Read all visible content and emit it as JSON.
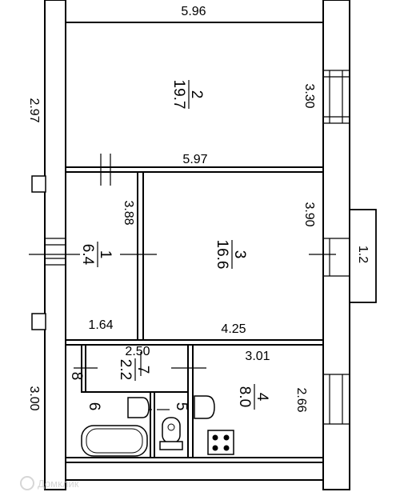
{
  "plan": {
    "rooms": [
      {
        "number": "2",
        "area": "19.7"
      },
      {
        "number": "3",
        "area": "16.6"
      },
      {
        "number": "1",
        "area": "6.4"
      },
      {
        "number": "4",
        "area": "8.0"
      },
      {
        "number": "7",
        "area": "2.2"
      },
      {
        "number": "8",
        "area": ""
      },
      {
        "number": "6",
        "area": ""
      },
      {
        "number": "5",
        "area": ""
      }
    ],
    "dimensions": {
      "top_width": "5.96",
      "mid_width": "5.97",
      "room2_height": "3.30",
      "left_top": "2.97",
      "room1_height": "3.88",
      "room3_height": "3.90",
      "balcony": "1.2",
      "room1_width": "1.64",
      "room3_width": "4.25",
      "corridor_width": "2.50",
      "kitchen_width": "3.01",
      "kitchen_height": "2.66",
      "left_bottom": "3.00"
    },
    "watermark": "Домклик"
  }
}
